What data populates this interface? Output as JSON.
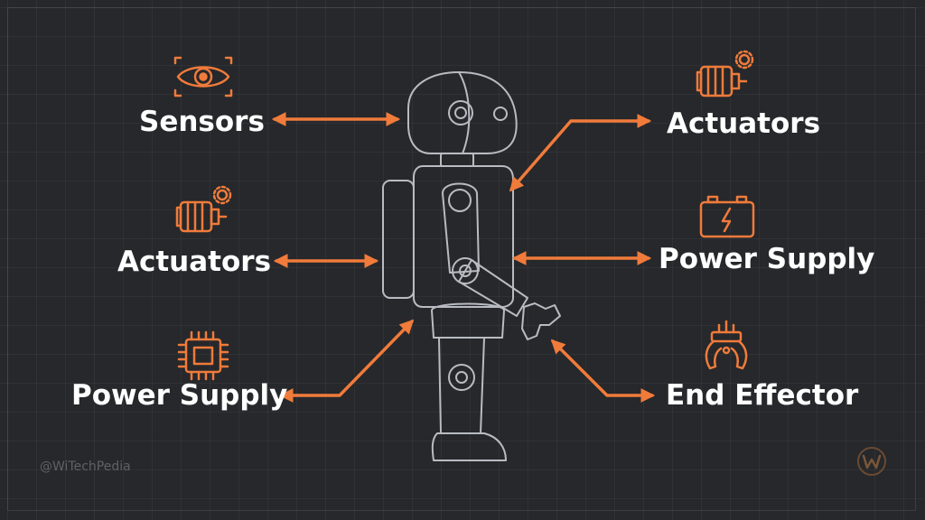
{
  "labels": {
    "sensors": "Sensors",
    "actuators_right": "Actuators",
    "actuators_left": "Actuators",
    "power_supply_right": "Power Supply",
    "power_supply_left": "Power Supply",
    "end_effector": "End Effector"
  },
  "icons": {
    "sensors": "eye-icon",
    "actuators_right": "motor-gear-icon",
    "actuators_left": "motor-gear-icon",
    "power_supply_right": "battery-icon",
    "power_supply_left": "microchip-icon",
    "end_effector": "gripper-claw-icon"
  },
  "watermark": "@WiTechPedia",
  "colors": {
    "accent": "#f07b3b",
    "robot_stroke": "#b8bcc2",
    "background": "#26282b",
    "text": "#ffffff"
  }
}
